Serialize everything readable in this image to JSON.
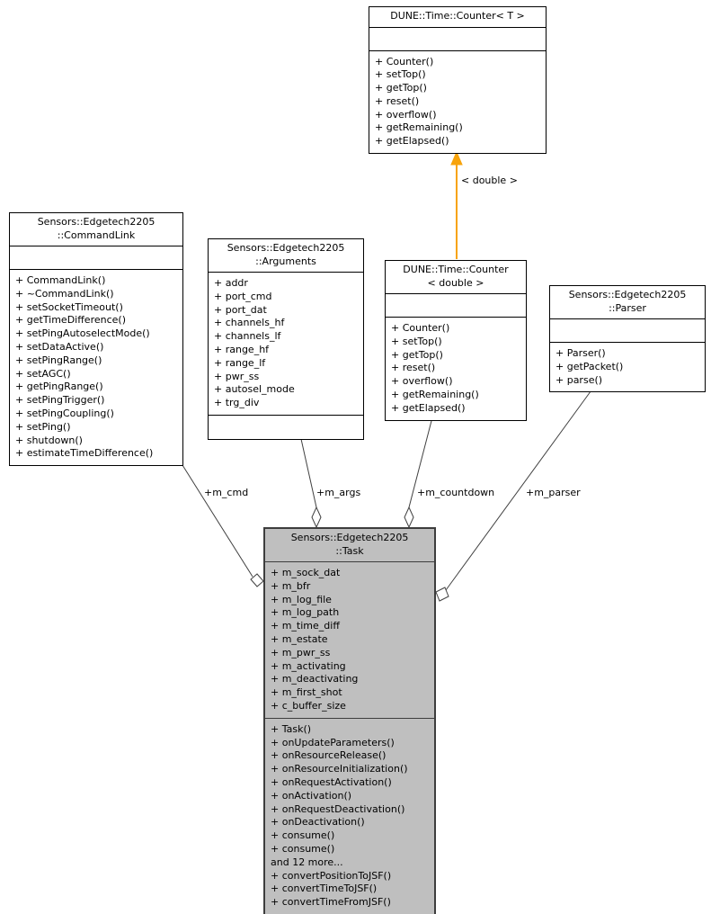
{
  "diagram": {
    "background": "#ffffff",
    "edge_color": "#404040",
    "template_edge_color": "#f7a30b",
    "node_fill": "#ffffff",
    "focus_node_fill": "#bfbfbf",
    "text_color": "#000000"
  },
  "classes": {
    "counter_t": {
      "title": "DUNE::Time::Counter< T >",
      "attributes": [],
      "methods": [
        "+ Counter()",
        "+ setTop()",
        "+ getTop()",
        "+ reset()",
        "+ overflow()",
        "+ getRemaining()",
        "+ getElapsed()"
      ]
    },
    "command_link": {
      "title": "Sensors::Edgetech2205\n::CommandLink",
      "attributes": [],
      "methods": [
        "+ CommandLink()",
        "+ ~CommandLink()",
        "+ setSocketTimeout()",
        "+ getTimeDifference()",
        "+ setPingAutoselectMode()",
        "+ setDataActive()",
        "+ setPingRange()",
        "+ setAGC()",
        "+ getPingRange()",
        "+ setPingTrigger()",
        "+ setPingCoupling()",
        "+ setPing()",
        "+ shutdown()",
        "+ estimateTimeDifference()"
      ]
    },
    "arguments": {
      "title": "Sensors::Edgetech2205\n::Arguments",
      "attributes": [
        "+ addr",
        "+ port_cmd",
        "+ port_dat",
        "+ channels_hf",
        "+ channels_lf",
        "+ range_hf",
        "+ range_lf",
        "+ pwr_ss",
        "+ autosel_mode",
        "+ trg_div"
      ],
      "methods": []
    },
    "counter_double": {
      "title": "DUNE::Time::Counter\n< double >",
      "attributes": [],
      "methods": [
        "+ Counter()",
        "+ setTop()",
        "+ getTop()",
        "+ reset()",
        "+ overflow()",
        "+ getRemaining()",
        "+ getElapsed()"
      ]
    },
    "parser": {
      "title": "Sensors::Edgetech2205\n::Parser",
      "attributes": [],
      "methods": [
        "+ Parser()",
        "+ getPacket()",
        "+ parse()"
      ]
    },
    "task": {
      "title": "Sensors::Edgetech2205\n::Task",
      "attributes": [
        "+ m_sock_dat",
        "+ m_bfr",
        "+ m_log_file",
        "+ m_log_path",
        "+ m_time_diff",
        "+ m_estate",
        "+ m_pwr_ss",
        "+ m_activating",
        "+ m_deactivating",
        "+ m_first_shot",
        "+ c_buffer_size"
      ],
      "methods": [
        "+ Task()",
        "+ onUpdateParameters()",
        "+ onResourceRelease()",
        "+ onResourceInitialization()",
        "+ onRequestActivation()",
        "+ onActivation()",
        "+ onRequestDeactivation()",
        "+ onDeactivation()",
        "+ consume()",
        "+ consume()",
        "and 12 more...",
        "+ convertPositionToJSF()",
        "+ convertTimeToJSF()",
        "+ convertTimeFromJSF()"
      ]
    }
  },
  "edge_labels": {
    "m_cmd": "+m_cmd",
    "m_args": "+m_args",
    "m_countdown": "+m_countdown",
    "m_parser": "+m_parser",
    "template_instance": "< double >"
  }
}
